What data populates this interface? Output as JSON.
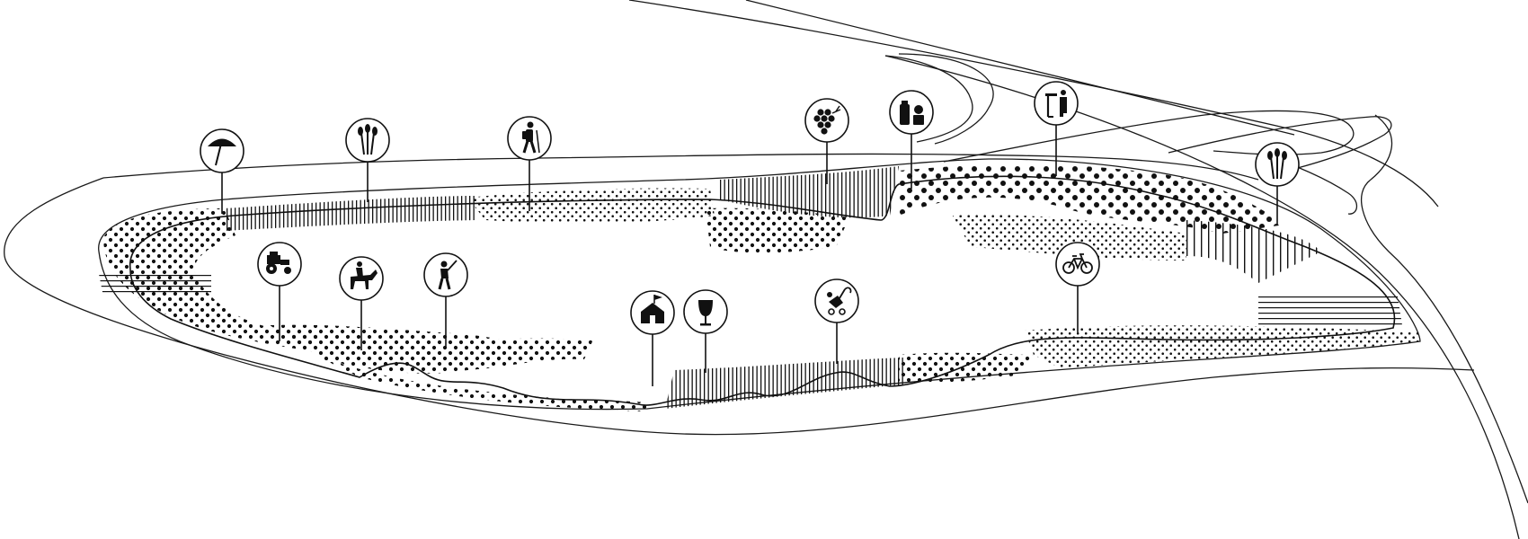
{
  "diagram": {
    "kind": "landscape-site-plan",
    "line_color": "#1a1a1a",
    "background": "#ffffff",
    "texture_types": [
      "dot-stipple",
      "vertical-hatch",
      "horizontal-hatch"
    ],
    "pins": [
      {
        "id": "umbrella",
        "icon": "beach-umbrella-icon"
      },
      {
        "id": "wheat-west",
        "icon": "wheat-icon"
      },
      {
        "id": "hiker",
        "icon": "hiker-icon"
      },
      {
        "id": "grapes",
        "icon": "grapes-icon"
      },
      {
        "id": "farm-produce",
        "icon": "jar-apple-icon"
      },
      {
        "id": "viewpoint",
        "icon": "observation-tower-icon"
      },
      {
        "id": "wheat-east",
        "icon": "wheat-icon"
      },
      {
        "id": "tractor",
        "icon": "tractor-icon"
      },
      {
        "id": "horse-rider",
        "icon": "horse-rider-icon"
      },
      {
        "id": "golfer",
        "icon": "golfer-icon"
      },
      {
        "id": "farmhouse",
        "icon": "farmhouse-flag-icon"
      },
      {
        "id": "wine",
        "icon": "wine-glass-icon"
      },
      {
        "id": "stroller",
        "icon": "baby-stroller-icon"
      },
      {
        "id": "bicycle",
        "icon": "bicycle-icon"
      }
    ]
  }
}
